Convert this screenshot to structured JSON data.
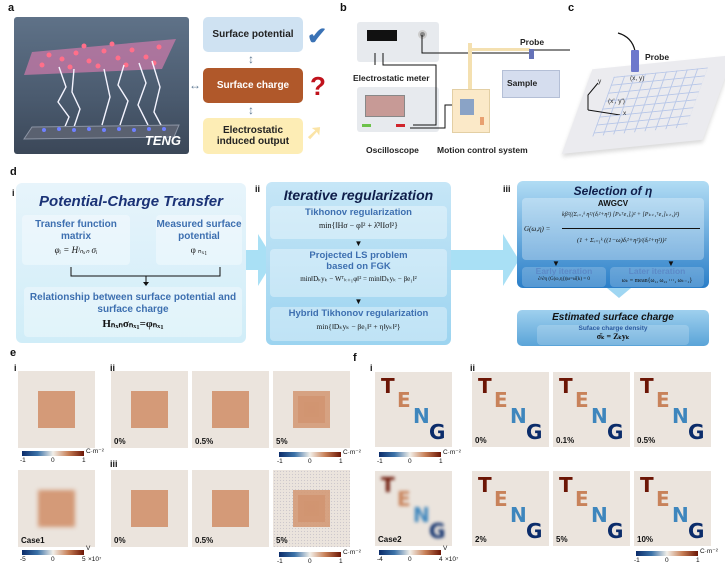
{
  "panels": {
    "a": {
      "letter": "a",
      "image_label": "TENG",
      "boxes": {
        "potential": "Surface potential",
        "charge": "Surface charge",
        "output_line1": "Electrostatic",
        "output_line2": "induced output"
      },
      "marks": {
        "check": "✔",
        "question": "?",
        "arrow": "➚",
        "double_arrow_v": "↕",
        "double_arrow_h": "↔"
      }
    },
    "b": {
      "letter": "b",
      "labels": {
        "meter": "Electrostatic meter",
        "oscilloscope": "Oscilloscope",
        "motion": "Motion control system",
        "sample": "Sample",
        "probe": "Probe"
      }
    },
    "c": {
      "letter": "c",
      "labels": {
        "probe": "Probe",
        "xy": "(x, y)",
        "xy_prime": "(x', y')",
        "x_axis": "x",
        "y_axis": "y"
      }
    },
    "d": {
      "letter": "d",
      "i": {
        "roman": "i",
        "title": "Potential-Charge Transfer",
        "left_head_1": "Transfer function",
        "left_head_2": "matrix",
        "left_eq": "φᵢ = Hʲₙₓₙ σᵢ",
        "right_head_1": "Measured surface",
        "right_head_2": "potential",
        "right_eq": "φ ₙₓ₁",
        "rel_head_1": "Relationship between surface potential and",
        "rel_head_2": "surface charge",
        "rel_eq": "Hₙₓₙσₙₓ₁=φₙₓ₁"
      },
      "ii": {
        "roman": "ii",
        "title": "Iterative regularization",
        "step1_head": "Tikhonov regularization",
        "step1_eq": "min{‖Hσ − φ‖² + λ̂²‖Iσ‖²}",
        "step2_head_1": "Projected LS problem",
        "step2_head_2": "based on FGK",
        "step2_eq": "min‖Dₖyₖ − Wᵀₖ₊₁φ‖² = min‖Dₖyₖ − βe₁‖²",
        "step3_head": "Hybrid Tikhonov regularization",
        "step3_eq": "min{‖Dₖyₖ − βe₁‖² + η‖yₖ‖²}"
      },
      "iii": {
        "roman": "iii",
        "title": "Selection of η",
        "awgcv": "AWGCV",
        "g_lhs": "G(ω,η) =",
        "g_num": "kβ²((Σᵢ₌₁ᵏ η²/(δᵢ²+η²) [Pₖᵀe₁]ᵢ)² + [Pₖ₊₁ᵀe₁]ₖ₊₁)²)",
        "g_den": "(1 + Σᵢ₌₁ᵏ ((1−ω)δᵢ²+η²)/(δᵢ²+η²))²",
        "early_head": "Early iteration",
        "early_eq": "∂/∂η (G(ω,η))|ω=ω̂(k) = 0",
        "later_head": "Later iteration",
        "later_eq": "ωₖ = mean{ω₁, ω₂, ⋯, ωₖ₋₁}",
        "estimated_title": "Estimated surface charge",
        "density_head": "Suface charge density",
        "density_eq": "σ̄ₖ = Zₖyₖ"
      }
    },
    "e": {
      "letter": "e",
      "sub_i": "i",
      "sub_ii": "ii",
      "sub_iii": "iii",
      "row_ii_labels": [
        "0%",
        "0.5%",
        "5%"
      ],
      "row_iii_labels": [
        "0%",
        "0.5%",
        "5%"
      ],
      "case_label": "Case1",
      "cbar_charge": {
        "min": "-1",
        "mid": "0",
        "max": "1",
        "unit": "C·m⁻²"
      },
      "cbar_voltage": {
        "min": "-5",
        "mid": "0",
        "max": "5",
        "unit": "V",
        "scale": "×10⁷"
      }
    },
    "f": {
      "letter": "f",
      "sub_i": "i",
      "sub_ii": "ii",
      "letters": [
        "T",
        "E",
        "N",
        "G"
      ],
      "row1_labels": [
        "0%",
        "0.1%",
        "0.5%"
      ],
      "row2_labels": [
        "2%",
        "5%",
        "10%"
      ],
      "case_label": "Case2",
      "cbar_charge": {
        "min": "-1",
        "mid": "0",
        "max": "1",
        "unit": "C·m⁻²"
      },
      "cbar_voltage": {
        "min": "-4",
        "mid": "0",
        "max": "4",
        "unit": "V",
        "scale": "×10⁷"
      }
    }
  },
  "colors": {
    "charge_box": "#b0582a",
    "potential_box": "#cfe2f2",
    "output_box": "#fdedb5",
    "check": "#3a72b5",
    "question": "#c0121c",
    "title_navy": "#1a3276",
    "head_blue": "#3d6fb0",
    "map_bg": "#ebe4dd",
    "T": "#6b1505",
    "E": "#c8825a",
    "N": "#3e86bd",
    "G": "#0b2c6a"
  }
}
